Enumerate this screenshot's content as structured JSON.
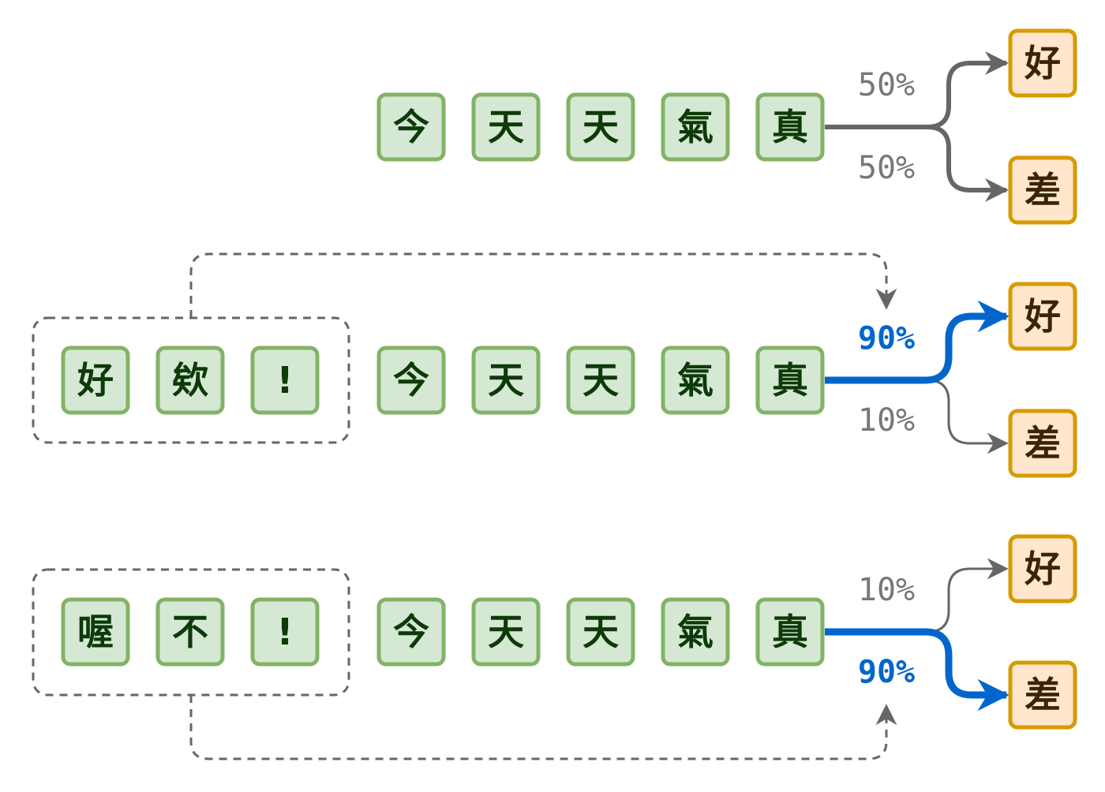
{
  "colors": {
    "token_fill": "#d5e8d4",
    "token_stroke": "#82b366",
    "option_fill": "#ffe6cc",
    "option_stroke": "#d79b00",
    "arrow_gray": "#666666",
    "arrow_blue": "#0066cc"
  },
  "rows": [
    {
      "prefix": [],
      "sentence": [
        "今",
        "天",
        "天",
        "氣",
        "真"
      ],
      "options": [
        {
          "char": "好",
          "pct": "50%",
          "highlight": false
        },
        {
          "char": "差",
          "pct": "50%",
          "highlight": false
        }
      ]
    },
    {
      "prefix": [
        "好",
        "欸",
        "!"
      ],
      "sentence": [
        "今",
        "天",
        "天",
        "氣",
        "真"
      ],
      "options": [
        {
          "char": "好",
          "pct": "90%",
          "highlight": true
        },
        {
          "char": "差",
          "pct": "10%",
          "highlight": false
        }
      ]
    },
    {
      "prefix": [
        "喔",
        "不",
        "!"
      ],
      "sentence": [
        "今",
        "天",
        "天",
        "氣",
        "真"
      ],
      "options": [
        {
          "char": "好",
          "pct": "10%",
          "highlight": false
        },
        {
          "char": "差",
          "pct": "90%",
          "highlight": true
        }
      ]
    }
  ]
}
